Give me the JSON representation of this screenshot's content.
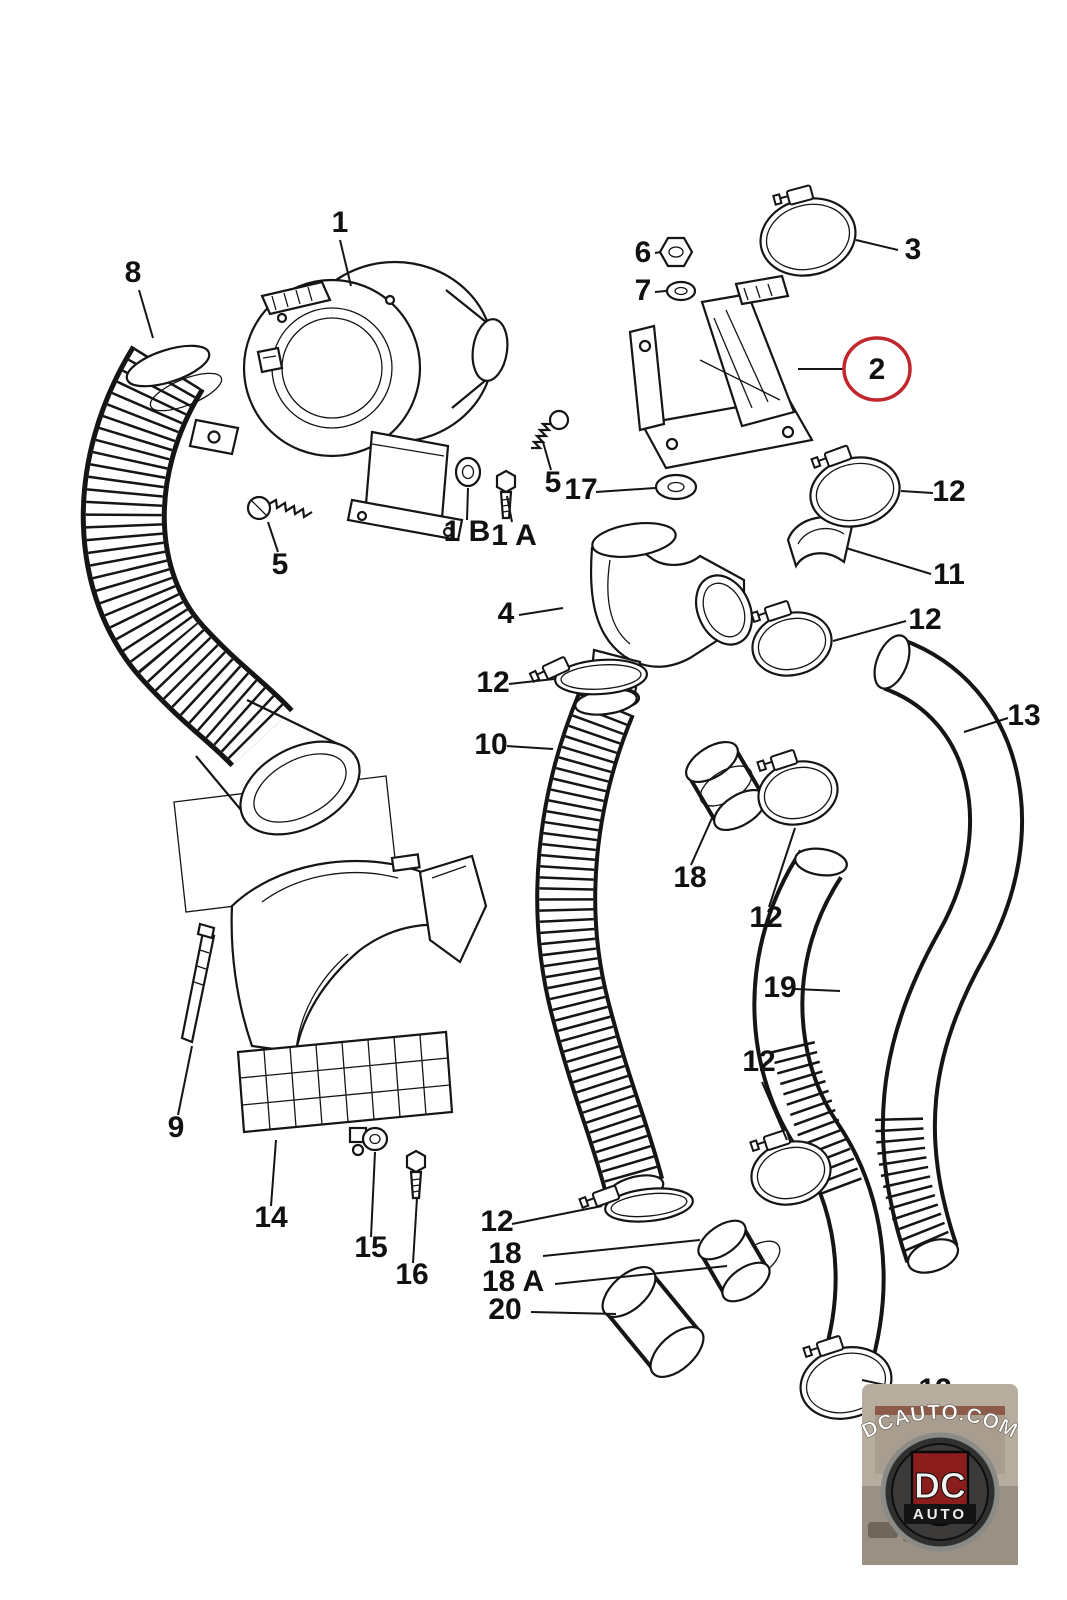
{
  "diagram": {
    "highlight_color": "#c1272d",
    "labels": [
      {
        "text": "1"
      },
      {
        "text": "8"
      },
      {
        "text": "6"
      },
      {
        "text": "7"
      },
      {
        "text": "3"
      },
      {
        "text": "2"
      },
      {
        "text": "5"
      },
      {
        "text": "17"
      },
      {
        "text": "1 B"
      },
      {
        "text": "1 A"
      },
      {
        "text": "5"
      },
      {
        "text": "12"
      },
      {
        "text": "11"
      },
      {
        "text": "4"
      },
      {
        "text": "12"
      },
      {
        "text": "12"
      },
      {
        "text": "13"
      },
      {
        "text": "10"
      },
      {
        "text": "18"
      },
      {
        "text": "12"
      },
      {
        "text": "9"
      },
      {
        "text": "19"
      },
      {
        "text": "12"
      },
      {
        "text": "14"
      },
      {
        "text": "15"
      },
      {
        "text": "16"
      },
      {
        "text": "12"
      },
      {
        "text": "18"
      },
      {
        "text": "18 A"
      },
      {
        "text": "20"
      },
      {
        "text": "12"
      }
    ]
  },
  "watermark": {
    "arc_text": "DCAUTO.COM",
    "badge_top": "DC",
    "badge_bottom": "AUTO"
  }
}
